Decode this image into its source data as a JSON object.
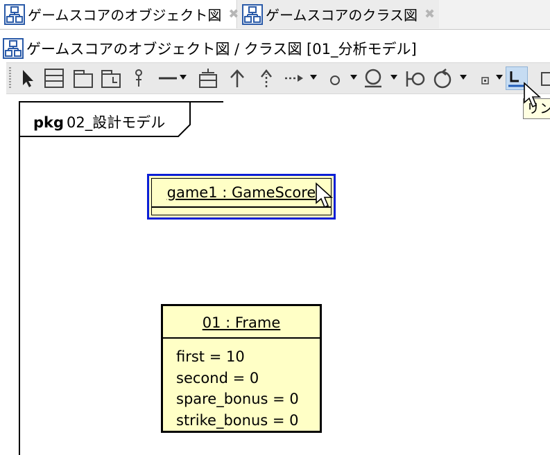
{
  "tabs": [
    {
      "label": "ゲームスコアのオブジェクト図",
      "active": true
    },
    {
      "label": "ゲームスコアのクラス図",
      "active": false
    }
  ],
  "diagram": {
    "title": "ゲームスコアのオブジェクト図 / クラス図 [01_分析モデル]"
  },
  "toolbar": {
    "tools": [
      "select-icon",
      "class-icon",
      "package-icon",
      "package-alt-icon",
      "interface-pin-icon",
      "association-icon",
      "note-box-icon",
      "generalization-icon",
      "realization-icon",
      "dependency-icon",
      "circle-icon",
      "actor-head-icon",
      "interface-lollipop-icon",
      "control-icon",
      "small-box-icon",
      "link-icon",
      "rectangle-icon"
    ],
    "selected": "link-icon"
  },
  "tooltip": {
    "text": "リン"
  },
  "package": {
    "keyword": "pkg",
    "name": "02_設計モデル"
  },
  "objects": [
    {
      "name": "game1 : GameScore",
      "selected": true,
      "attributes": []
    },
    {
      "name": "01 : Frame",
      "selected": false,
      "attributes": [
        "first = 10",
        "second = 0",
        "spare_bonus = 0",
        "strike_bonus = 0"
      ]
    }
  ],
  "colors": {
    "selection_border": "#0b1fd6",
    "object_fill": "#ffffc6",
    "tooltip_fill": "#ffffe1",
    "toolbar_selected": "#c6dcf2",
    "icon_blue": "#2a5aa8"
  }
}
